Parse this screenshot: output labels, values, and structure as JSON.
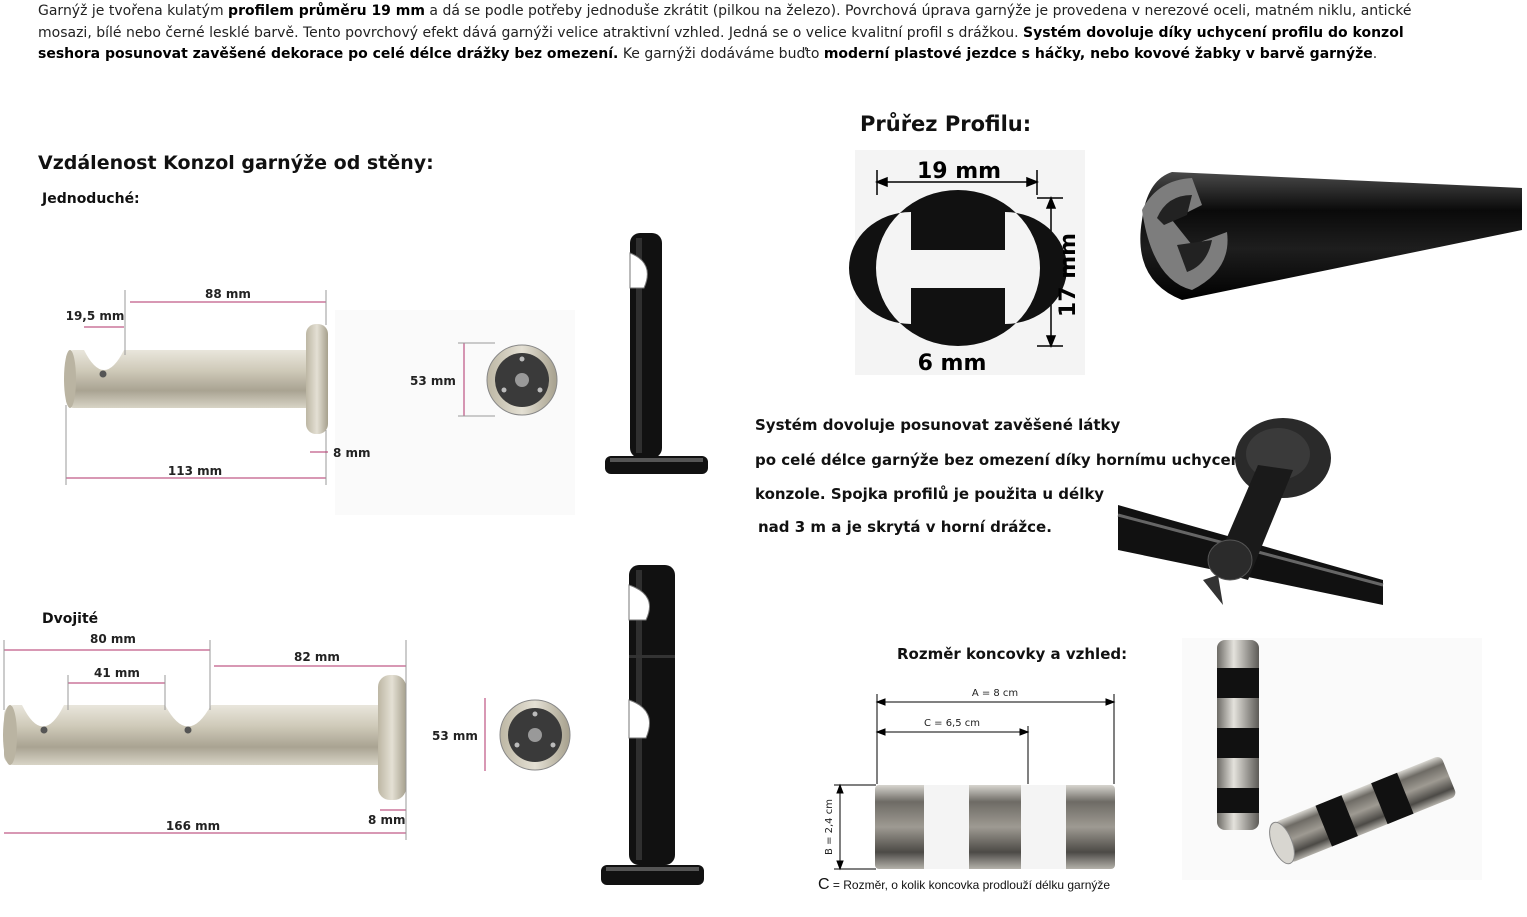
{
  "intro": {
    "t1": "Garnýž je tvořena kulatým ",
    "b1": "profilem průměru 19 mm",
    "t2": " a dá se podle potřeby jednoduše zkrátit (pilkou na železo). Povrchová úprava garnýže je provedena v nerezové oceli, matném niklu, antické mosazi, bílé nebo černé lesklé barvě. Tento povrchový efekt dává garnýži velice atraktivní vzhled. Jedná se o velice kvalitní profil s drážkou. ",
    "b2": "Systém dovoluje díky uchycení profilu do konzol seshora posunovat zavěšené dekorace po celé délce drážky bez omezení.",
    "t3": " Ke garnýži dodáváme buďto ",
    "b3": "moderní plastové jezdce s háčky, nebo kovové žabky v barvě garnýže",
    "t4": "."
  },
  "brackets": {
    "heading": "Vzdálenost Konzol garnýže od stěny:",
    "single_label": "Jednoduché:",
    "double_label": "Dvojité",
    "single_dims": {
      "d1": "19,5 mm",
      "d2": "88 mm",
      "d3": "113 mm",
      "d4": "8 mm",
      "d5": "53 mm"
    },
    "double_dims": {
      "d1": "80 mm",
      "d2": "41 mm",
      "d3": "82 mm",
      "d4": "166 mm",
      "d5": "8 mm",
      "d6": "53 mm"
    }
  },
  "profile": {
    "heading": "Průřez Profilu:",
    "width": "19 mm",
    "height": "17 mm",
    "gap": "6 mm"
  },
  "system": {
    "line1": "Systém dovoluje posunovat zavěšené látky",
    "line2": "po celé délce garnýže bez omezení díky hornímu uchycení",
    "line3": "konzole. Spojka profilů je použita u délky",
    "line4": "nad 3 m a je skrytá v horní drážce."
  },
  "endcap": {
    "heading": "Rozměr koncovky a vzhled:",
    "a": "A = 8 cm",
    "c": "C = 6,5 cm",
    "b": "B = 2,4 cm",
    "note_letter": "C",
    "note": " = Rozměr, o kolik koncovka prodlouží délku garnýže"
  },
  "colors": {
    "dimline": "#b0306a",
    "metal": "#c9c4b4",
    "black": "#111111"
  }
}
